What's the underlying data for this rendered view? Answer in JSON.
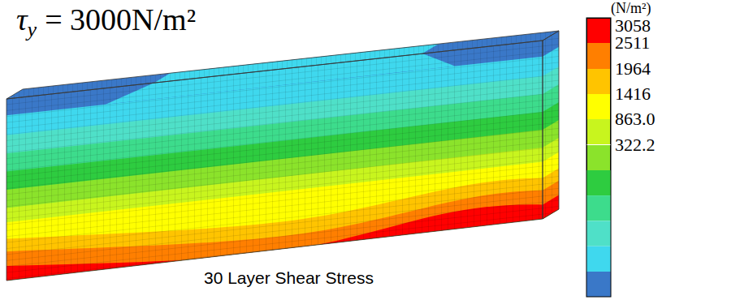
{
  "diagram": {
    "caption": "30 Layer Shear Stress",
    "labels": [
      "τ",
      "y",
      "= 3000N/m²",
      "(N/m²)"
    ],
    "legend": [
      {
        "text": "3058",
        "color": "#ff0000"
      },
      {
        "text": "2511",
        "color": "#ff7f00"
      },
      {
        "text": "1964",
        "color": "#ffc400"
      },
      {
        "text": "1416",
        "color": "#ffff00"
      },
      {
        "text": "863.0",
        "color": "#c8f51e"
      },
      {
        "text": "322.2",
        "color": "#8be32b"
      }
    ]
  }
}
